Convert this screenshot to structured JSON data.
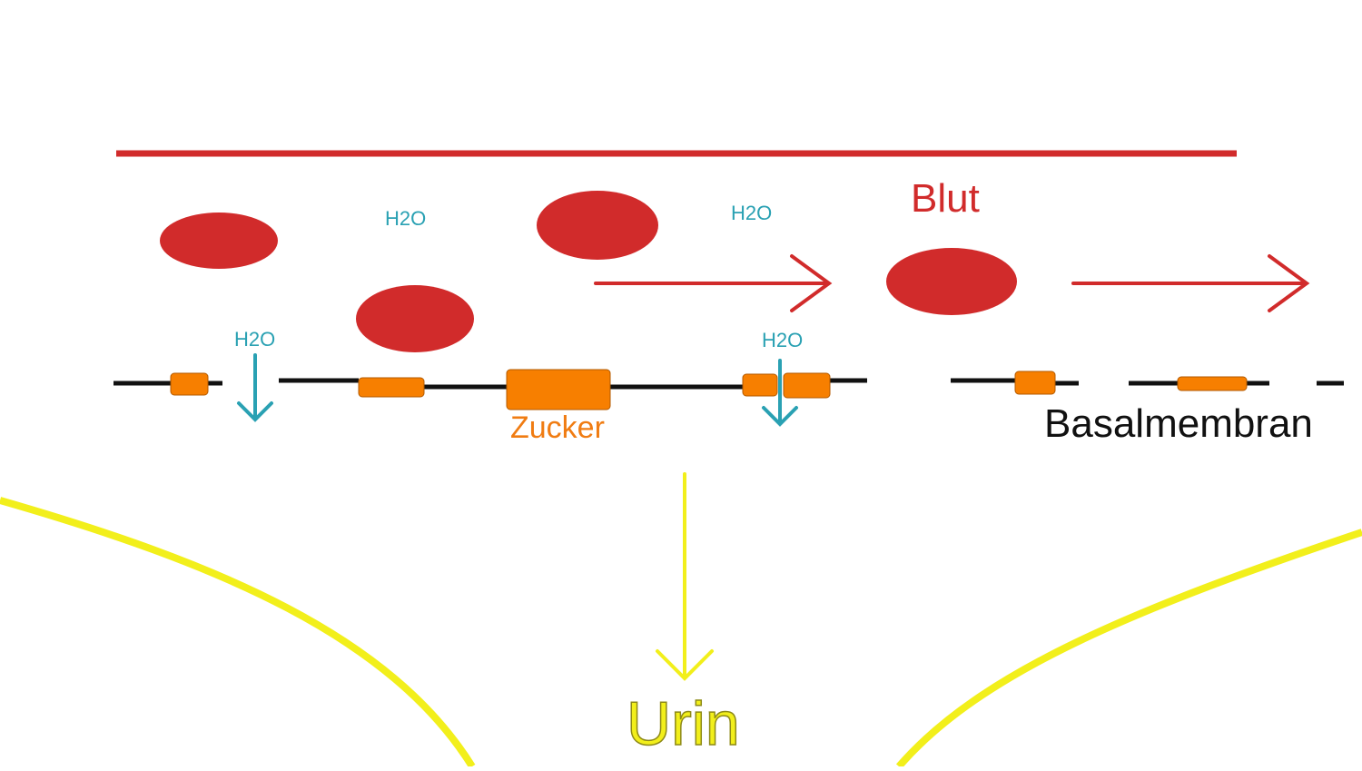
{
  "labels": {
    "blood": "Blut",
    "sugar": "Zucker",
    "membrane": "Basalmembran",
    "urine": "Urin",
    "water": [
      "H2O",
      "H2O",
      "H2O",
      "H2O"
    ]
  },
  "colors": {
    "blood": "#d12b2b",
    "water": "#2aa1b3",
    "sugar": "#f07c12",
    "membrane": "#111111",
    "urine": "#f2ef1b"
  },
  "icons": {
    "blood_cell": "red-ellipse",
    "flow_arrow": "red-right-arrow",
    "water_arrow": "teal-down-arrow",
    "urine_arrow": "yellow-down-arrow"
  }
}
